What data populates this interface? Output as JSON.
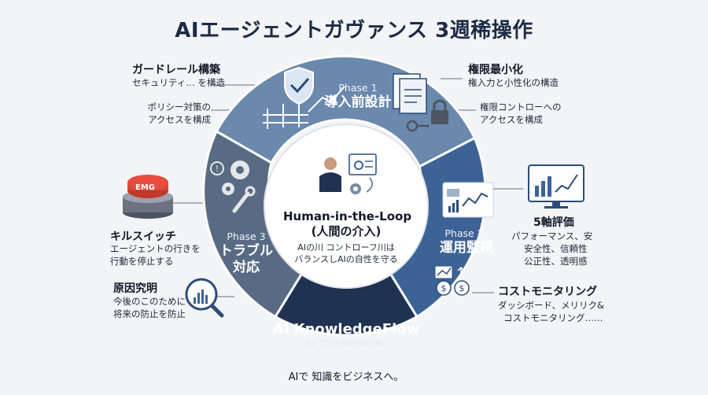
{
  "title": "AIエージェントガヴァンス 3週稀操作",
  "phase1": {
    "label": "Phase 1",
    "name": "導入前設計"
  },
  "phase2": {
    "label": "Phase 2",
    "name": "運用監視"
  },
  "phase3": {
    "label": "Phase 3",
    "name_line1": "トラブル",
    "name_line2": "対応"
  },
  "center": {
    "title_line1": "Human-in-the-Loop",
    "title_line2": "(人間の介入)",
    "sub_line1": "AIの川 コントローフ川は",
    "sub_line2": "バランスしAIの自性を守る"
  },
  "brand": {
    "name": "AI KnowledgeFlow",
    "by": "by TECHNODIGITAL"
  },
  "footer": "AIで 知識をビジネスへ。",
  "left_notes": {
    "guardrail": {
      "title": "ガードレール構築",
      "sub": "セキュリティ… を構造"
    },
    "policy": {
      "line1": "ポリシー対策の",
      "line2": "アクセスを構成"
    },
    "killswitch": {
      "title": "キルスイッチ",
      "line1": "エージェントの行きを",
      "line2": "行動を停止する"
    },
    "rootcause": {
      "title": "原因究明",
      "line1": "今後のこのために",
      "line2": "将来の防止を防止"
    }
  },
  "right_notes": {
    "privilege": {
      "title": "権限最小化",
      "sub": "権入力と小性化の構造"
    },
    "access": {
      "line1": "権限コントローへの",
      "line2": "アクセスを構成"
    },
    "axes": {
      "title": "5軸評価",
      "line1": "パフォーマンス、安",
      "line2": "安全性、信頼性",
      "line3": "公正性、透明感"
    },
    "cost": {
      "title": "コストモニタリング",
      "line1": "ダッシボード、メリリク&",
      "line2": "コストモニタリング……"
    }
  },
  "emg_label": "EMG",
  "colors": {
    "phase1": "#6b88ad",
    "phase2": "#3d6396",
    "phase3": "#596b84",
    "brand_band": "#1f3252",
    "title": "#1c2a44"
  }
}
